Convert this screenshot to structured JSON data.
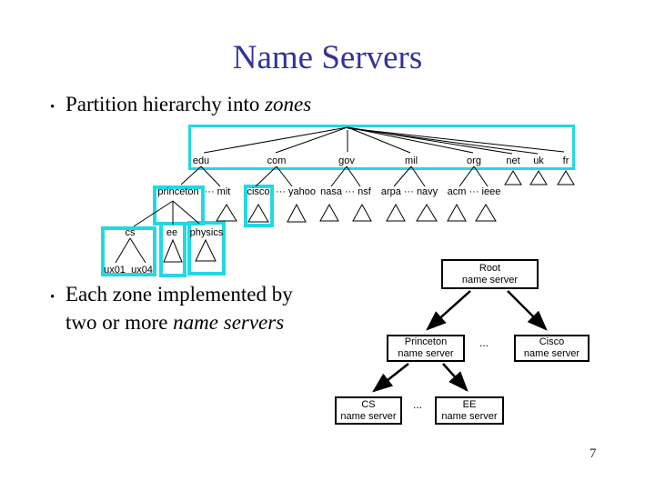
{
  "title": "Name Servers",
  "page_number": "7",
  "bullet_char": "•",
  "bullets": [
    {
      "text": "Partition hierarchy into ",
      "italic": "zones"
    },
    {
      "line1": "Each zone implemented by",
      "line2_text": "two or more ",
      "line2_italic": "name servers"
    }
  ],
  "colors": {
    "title": "#333399",
    "zone_highlight": "#20D9E4",
    "tree_line": "#000000"
  },
  "zone_tree": {
    "tlds": [
      "edu",
      "com",
      "gov",
      "mil",
      "org",
      "net",
      "uk",
      "fr"
    ],
    "second_level": [
      "princeton",
      "··· mit",
      "cisco",
      "··· yahoo",
      "nasa ··· nsf",
      "arpa ··· navy",
      "acm ··· ieee"
    ],
    "princeton_children": [
      "cs",
      "ee",
      "physics"
    ],
    "cs_children": [
      "ux01",
      "ux04"
    ]
  },
  "ns_tree": {
    "root": {
      "line1": "Root",
      "line2": "name server"
    },
    "princeton": {
      "line1": "Princeton",
      "line2": "name server"
    },
    "cisco": {
      "line1": "Cisco",
      "line2": "name server"
    },
    "cs": {
      "line1": "CS",
      "line2": "name server"
    },
    "ee": {
      "line1": "EE",
      "line2": "name server"
    },
    "ellipsis_level1": "...",
    "ellipsis_level2": "..."
  }
}
